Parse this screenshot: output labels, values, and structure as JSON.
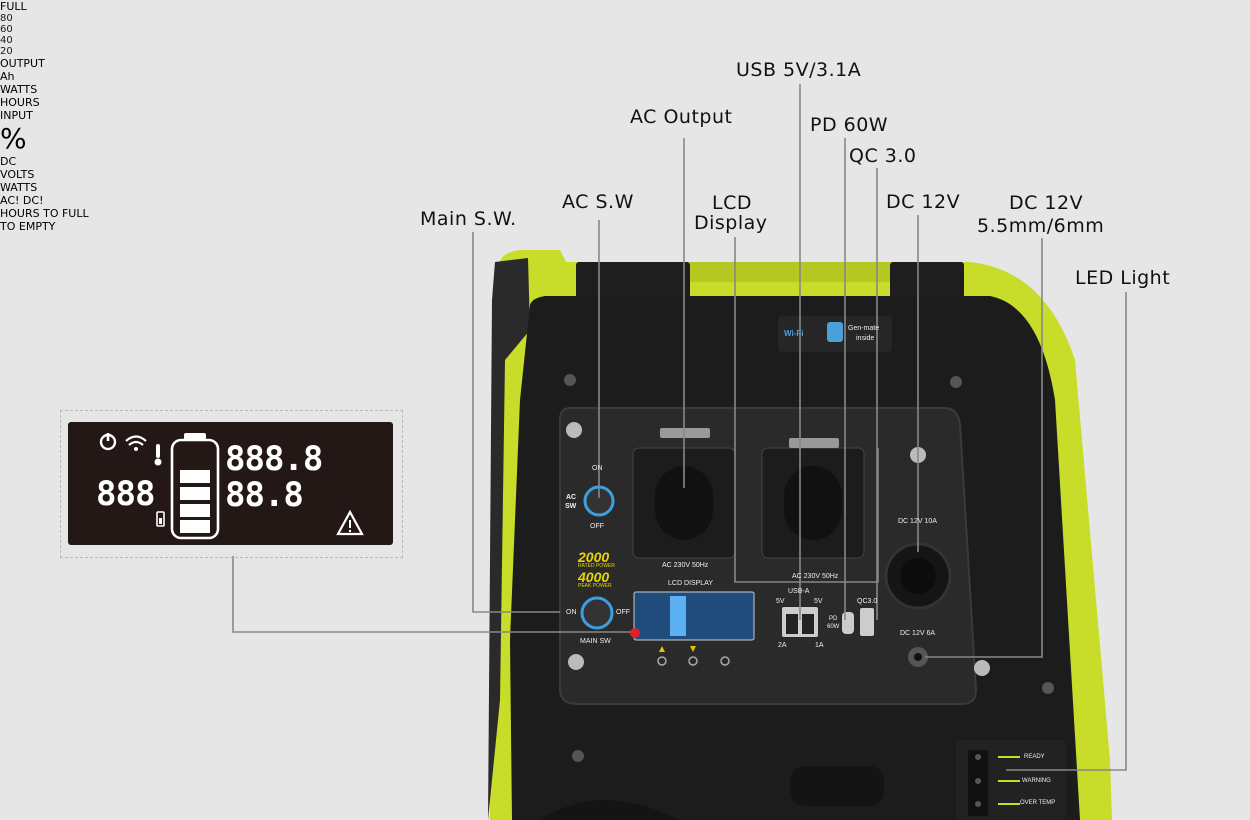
{
  "labels": {
    "usb": "USB 5V/3.1A",
    "ac_output": "AC Output",
    "pd": "PD 60W",
    "qc": "QC 3.0",
    "ac_sw": "AC S.W",
    "lcd_line1": "LCD",
    "lcd_line2": "Display",
    "dc12v": "DC 12V",
    "dc12v_round_line1": "DC 12V",
    "dc12v_round_line2": "5.5mm/6mm",
    "main_sw": "Main S.W.",
    "led_light": "LED Light"
  },
  "lcd_detail": {
    "full": "FULL",
    "levels": [
      "80",
      "60",
      "40",
      "20"
    ],
    "output": "OUTPUT",
    "input": "INPUT",
    "input_digits": "888",
    "output_digits": "888.8",
    "percent_digits": "88.8",
    "percent_sign": "%",
    "unit_ah": "Ah",
    "unit_watts": "WATTS",
    "unit_hours": "HOURS",
    "unit_dc": "DC",
    "unit_volts": "VOLTS",
    "watts": "WATTS",
    "ac_dc": "AC! DC!",
    "hours_to_full": "HOURS TO FULL",
    "to_empty": "TO EMPTY"
  },
  "panel": {
    "wifi": "Wi-Fi",
    "genmate_line1": "Gen-mate",
    "genmate_line2": "inside",
    "on": "ON",
    "off": "OFF",
    "ac_sw_line1": "AC",
    "ac_sw_line2": "SW",
    "rated": "2000",
    "rated_sub": "RATED POWER",
    "peak": "4000",
    "peak_sub": "PEAK POWER",
    "ac_socket_label": "AC 230V 50Hz",
    "lcd_display": "LCD DISPLAY",
    "main_sw": "MAIN SW",
    "usb_a": "USB-A",
    "usb_5v": "5V",
    "usb_2a": "2A",
    "usb_1a": "1A",
    "pd60w_line1": "PD",
    "pd60w_line2": "60W",
    "qc30": "QC3.0",
    "dc_12v_10a": "DC 12V 10A",
    "dc_12v_6a": "DC 12V 6A",
    "ready": "READY",
    "warning": "WARNING",
    "over_temp": "OVER TEMP"
  },
  "colors": {
    "housing_yellow": "#c8dc2a",
    "body_black": "#1a1a1a",
    "panel": "#2a2a2a",
    "callout_line": "#888888",
    "switch_blue": "#3aa0e0",
    "marker_red": "#e0202a",
    "lcd_bg": "#231815"
  }
}
